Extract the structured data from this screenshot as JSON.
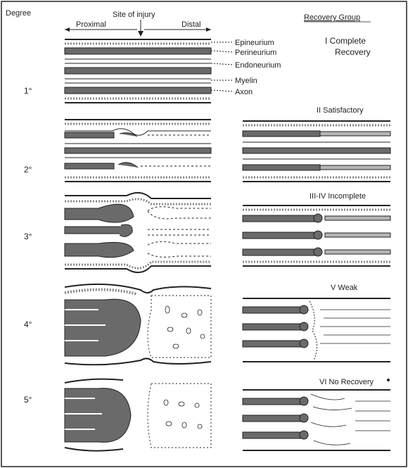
{
  "header": {
    "degree": "Degree",
    "site": "Site of injury",
    "proximal": "Proximal",
    "distal": "Distal",
    "recovery_group": "Recovery Group"
  },
  "layers": [
    "Epineurium",
    "Perineurium",
    "Endoneurium",
    "Myelin",
    "Axon"
  ],
  "degrees": [
    "1°",
    "2°",
    "3°",
    "4°",
    "5°"
  ],
  "recovery": {
    "g1_line1": "I Complete",
    "g1_line2": "Recovery",
    "g2": "II Satisfactory",
    "g3": "III-IV Incomplete",
    "g5": "V Weak",
    "g6": "VI No Recovery"
  },
  "colors": {
    "ink": "#222222",
    "shade": "#6a6a6a",
    "light": "#b5b5b5"
  }
}
